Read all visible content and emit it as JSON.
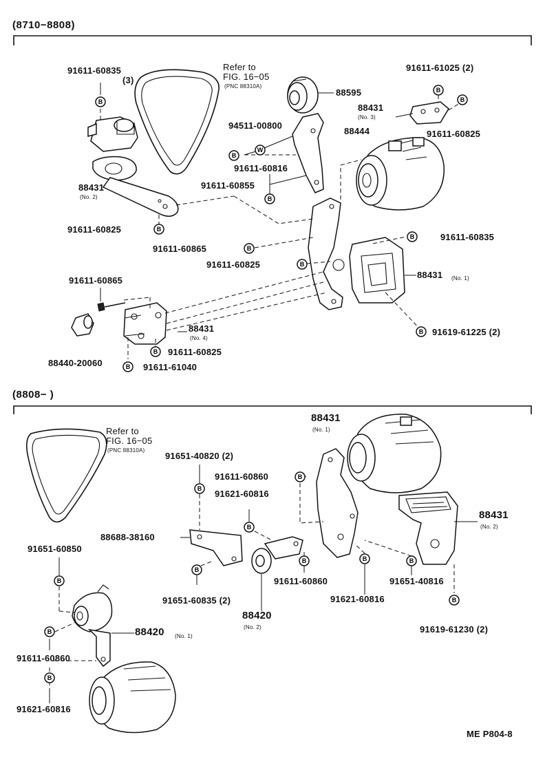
{
  "sections": [
    {
      "range_label": "(8710−8808)"
    },
    {
      "range_label": "(8808−         )"
    }
  ],
  "figure_code": "ME P804-8",
  "bolt_symbol": "B",
  "washer_symbol": "W",
  "top": {
    "p_91611_60835": "91611-60835",
    "p_91611_60835_qty": "(3)",
    "refer_line1": "Refer to",
    "refer_line2": "FIG. 16−05",
    "refer_pnc": "(PNC 88310A)",
    "p_88595": "88595",
    "p_91611_61025": "91611-61025 (2)",
    "p_88431_no3": "88431",
    "p_88431_no3_sub": "(No. 3)",
    "p_91611_60825_a": "91611-60825",
    "p_94511_00800": "94511-00800",
    "p_88444": "88444",
    "p_91611_60816": "91611-60816",
    "p_91611_60855": "91611-60855",
    "p_88431_no2": "88431",
    "p_88431_no2_sub": "(No. 2)",
    "p_91611_60825_b": "91611-60825",
    "p_91611_60865_a": "91611-60865",
    "p_91611_60835_b": "91611-60835",
    "p_91611_60825_c": "91611-60825",
    "p_88431_no1": "88431",
    "p_88431_no1_sub": "(No. 1)",
    "p_91611_60865_b": "91611-60865",
    "p_88431_no4": "88431",
    "p_88431_no4_sub": "(No. 4)",
    "p_88440_20060": "88440-20060",
    "p_91611_60825_d": "91611-60825",
    "p_91611_61040": "91611-61040",
    "p_91619_61225": "91619-61225 (2)"
  },
  "bottom": {
    "refer_line1": "Refer to",
    "refer_line2": "FIG. 16−05",
    "refer_pnc": "(PNC 88310A)",
    "p_88431_no1": "88431",
    "p_88431_no1_sub": "(No. 1)",
    "p_91651_40820": "91651-40820 (2)",
    "p_91611_60860_a": "91611-60860",
    "p_91621_60816_a": "91621-60816",
    "p_88688_38160": "88688-38160",
    "p_88431_no2": "88431",
    "p_88431_no2_sub": "(No. 2)",
    "p_91651_60850": "91651-60850",
    "p_91651_60835": "91651-60835 (2)",
    "p_88420_no2": "88420",
    "p_88420_no2_sub": "(No. 2)",
    "p_91611_60860_b": "91611-60860",
    "p_91621_60816_b": "91621-60816",
    "p_91651_40816": "91651-40816",
    "p_91619_61230": "91619-61230 (2)",
    "p_88420_no1": "88420",
    "p_88420_no1_sub": "(No. 1)",
    "p_91611_60860_c": "91611-60860",
    "p_91621_60816_c": "91621-60816"
  }
}
